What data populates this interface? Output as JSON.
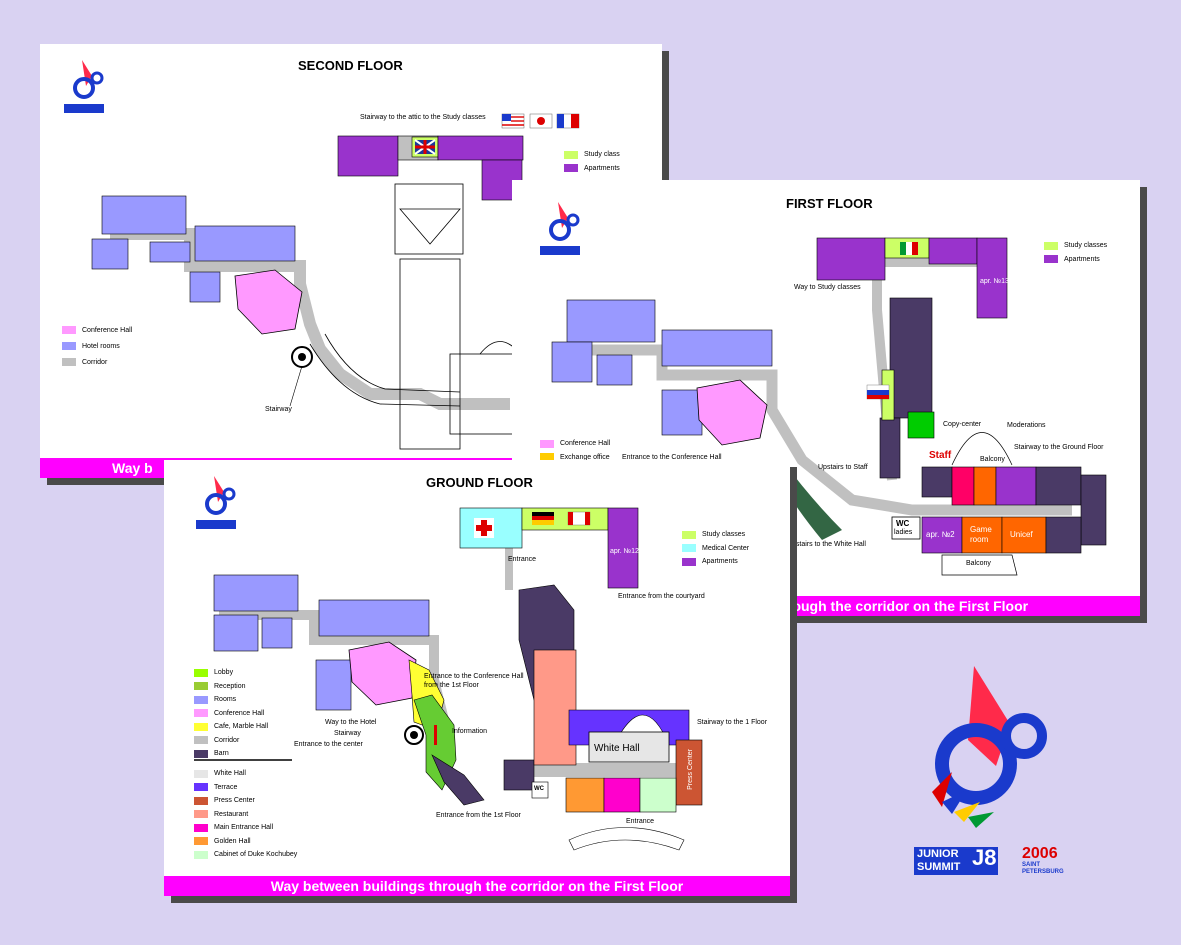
{
  "second_floor": {
    "title": "SECOND FLOOR",
    "banner": "Way b",
    "labels": {
      "attic": "Stairway to the attic to the Study classes",
      "stairway": "Stairway"
    },
    "legend_top": [
      {
        "label": "Study class",
        "color": "#ccff66"
      },
      {
        "label": "Apartments",
        "color": "#9933cc"
      }
    ],
    "legend_left": [
      {
        "label": "Conference Hall",
        "color": "#ff99ff"
      },
      {
        "label": "Hotel rooms",
        "color": "#9999ff"
      },
      {
        "label": "Corridor",
        "color": "#c0c0c0"
      }
    ]
  },
  "first_floor": {
    "title": "FIRST FLOOR",
    "banner": "rough the corridor on the First Floor",
    "labels": {
      "study_way": "Way to Study classes",
      "apr13": "apr. №13",
      "copy": "Copy-center",
      "moderations": "Moderations",
      "staircase_ground": "Stairway  to the Ground Floor",
      "balcony_top": "Balcony",
      "staff": "Staff",
      "upstairs": "Upstairs to Staff",
      "wc": "WC",
      "ladies": "ladies",
      "apr2": "apr. №2",
      "game": "Game",
      "room": "room",
      "unicef": "Unicef",
      "balcony_bottom": "Balcony",
      "downstairs": "Downstairs to the White Hall",
      "entrance_conf": "Entrance to the Conference Hall"
    },
    "legend_top": [
      {
        "label": "Study classes",
        "color": "#ccff66"
      },
      {
        "label": "Apartments",
        "color": "#9933cc"
      }
    ],
    "legend_left": [
      {
        "label": "Conference Hall",
        "color": "#ff99ff"
      },
      {
        "label": "Exchange office",
        "color": "#ffcc00"
      }
    ]
  },
  "ground_floor": {
    "title": "GROUND FLOOR",
    "banner": "Way between buildings through the corridor on the First Floor",
    "labels": {
      "entrance": "Entrance",
      "apr12": "apr. №12",
      "courtyard": "Entrance from the courtyard",
      "entrance_conf_1": "Entrance to the Conference Hall",
      "entrance_conf_2": "from the 1st Floor",
      "way_hotel": "Way to the Hotel",
      "stairway": "Stairway",
      "entrance_center": "Entrance to the center",
      "information": "Information",
      "white_hall": "White Hall",
      "press_center": "Press Center",
      "stairway_1": "Stairway  to the 1 Floor",
      "wc": "WC",
      "entrance_1st": "Entrance from the 1st Floor",
      "entrance_bottom": "Entrance"
    },
    "legend_top": [
      {
        "label": "Study classes",
        "color": "#ccff66"
      },
      {
        "label": "Medical Center",
        "color": "#99ffff"
      },
      {
        "label": "Apartments",
        "color": "#9933cc"
      }
    ],
    "legend_a": [
      {
        "label": "Lobby",
        "color": "#99ff00"
      },
      {
        "label": "Reception",
        "color": "#99cc33"
      },
      {
        "label": "Rooms",
        "color": "#9999ff"
      },
      {
        "label": "Conference Hall",
        "color": "#ff99ff"
      },
      {
        "label": "Cafe, Marble Hall",
        "color": "#ffff33"
      },
      {
        "label": "Corridor",
        "color": "#c0c0c0"
      },
      {
        "label": "Barn",
        "color": "#4a3a66"
      }
    ],
    "legend_b": [
      {
        "label": "White Hall",
        "color": "#e6e6e6"
      },
      {
        "label": "Terrace",
        "color": "#6633ff"
      },
      {
        "label": "Press Center",
        "color": "#cc5533"
      },
      {
        "label": "Restaurant",
        "color": "#ff9988"
      },
      {
        "label": "Main Entrance Hall",
        "color": "#ff00cc"
      },
      {
        "label": "Golden Hall",
        "color": "#ff9933"
      },
      {
        "label": "Cabinet of Duke Kochubey",
        "color": "#ccffcc"
      }
    ]
  },
  "logo": {
    "line1": "JUNIOR",
    "line2": "SUMMIT",
    "mark": "J8",
    "year": "2006",
    "city1": "SAINT",
    "city2": "PETERSBURG"
  }
}
